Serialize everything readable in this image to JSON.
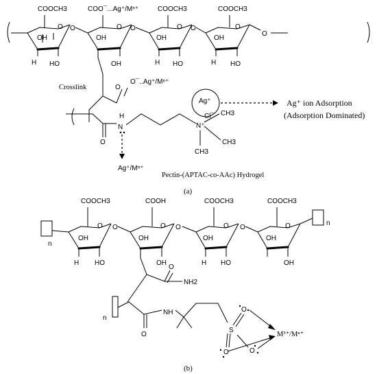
{
  "panel_a": {
    "caption": "(a)",
    "ester": "COOCH3",
    "coo_ag": "COO¯...Ag⁺/Mⁿ⁺",
    "oh": "OH",
    "ho": "HO",
    "h": "H",
    "o": "O",
    "crosslink": "Crosslink",
    "carboxylate": "O¯..Ag⁺/Mⁿ⁺",
    "amide_h": "H",
    "n": "N",
    "nplus": "N⁺",
    "ch3": "CH3",
    "ag_plus": "Ag⁺",
    "cl_minus": "Cl¯",
    "ag_mn": "Ag⁺/Mⁿ⁺",
    "hydrogel_label": "Pectin-(APTAC-co-AAc) Hydrogel",
    "adsorption_line1": "Ag⁺ ion Adsorption",
    "adsorption_line2": "(Adsorption Dominated)"
  },
  "panel_b": {
    "caption": "(b)",
    "ester": "COOCH3",
    "cooh": "COOH",
    "oh": "OH",
    "ho": "HO",
    "h": "H",
    "o": "O",
    "n": "n",
    "nh": "NH",
    "nh2": "NH2",
    "s": "S",
    "m3": "M³⁺/Mⁿ⁺"
  }
}
